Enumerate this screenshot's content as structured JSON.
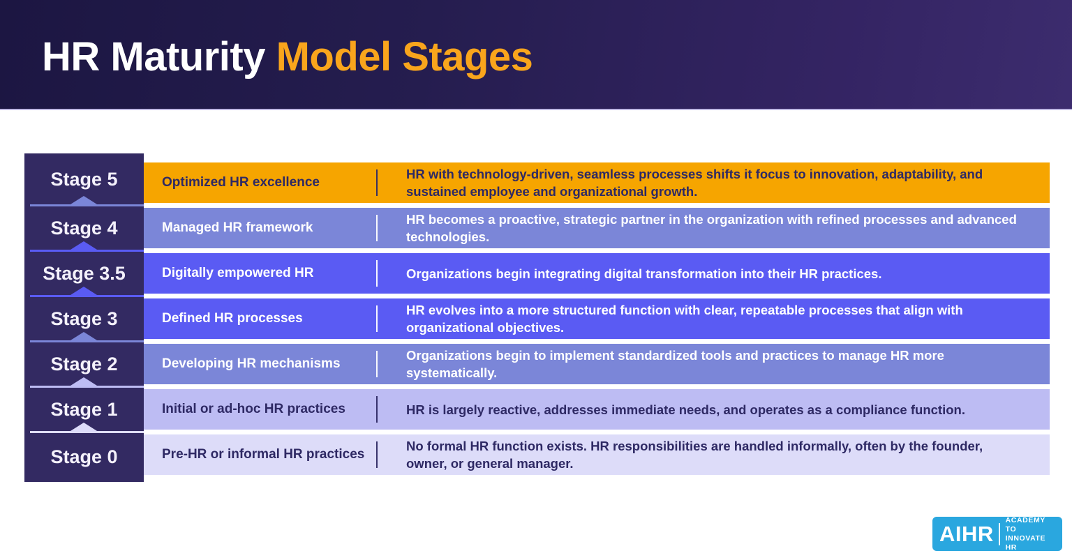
{
  "header": {
    "title_white": "HR Maturity ",
    "title_orange": "Model Stages"
  },
  "colors": {
    "header_bg_start": "#1c1642",
    "header_bg_end": "#3c2c6e",
    "title_orange": "#f9a51c",
    "column_bg": "#332a62",
    "dark_text": "#2e2964",
    "row_orange": "#f6a500",
    "row_periwinkle": "#7b86d8",
    "row_blue": "#5a5bf3",
    "row_lavender": "#bdbcf3",
    "row_light_lavender": "#dddcf9",
    "logo_blue": "#2aa7df"
  },
  "stages": [
    {
      "label": "Stage 5",
      "title": "Optimized HR excellence",
      "description": "HR with technology-driven, seamless processes shifts it focus to innovation, adaptability, and sustained employee and organizational growth.",
      "row_bg": "#f6a500",
      "text_class": "t-dark"
    },
    {
      "label": "Stage 4",
      "title": "Managed HR framework",
      "description": "HR becomes a proactive, strategic partner in the organization with refined processes and advanced technologies.",
      "row_bg": "#7b86d8",
      "text_class": "t-light"
    },
    {
      "label": "Stage 3.5",
      "title": "Digitally empowered HR",
      "description": "Organizations begin integrating digital transformation into their HR practices.",
      "row_bg": "#5a5bf3",
      "text_class": "t-light"
    },
    {
      "label": "Stage 3",
      "title": "Defined HR processes",
      "description": "HR evolves into a more structured function with clear, repeatable processes that align with organizational objectives.",
      "row_bg": "#5a5bf3",
      "text_class": "t-light"
    },
    {
      "label": "Stage 2",
      "title": "Developing HR mechanisms",
      "description": "Organizations begin to implement standardized tools and practices to manage HR more systematically.",
      "row_bg": "#7b86d8",
      "text_class": "t-light"
    },
    {
      "label": "Stage 1",
      "title": "Initial or ad-hoc HR practices",
      "description": "HR is largely reactive, addresses immediate needs, and operates as a compliance function.",
      "row_bg": "#bdbcf3",
      "text_class": "t-dark"
    },
    {
      "label": "Stage 0",
      "title": "Pre-HR or informal HR practices",
      "description": "No formal HR function exists. HR responsibilities are handled informally, often by the founder, owner, or general manager.",
      "row_bg": "#dddcf9",
      "text_class": "t-dark"
    }
  ],
  "separator_colors": [
    "#7b86d8",
    "#5a5bf3",
    "#5a5bf3",
    "#7b86d8",
    "#bdbcf3",
    "#dddcf9"
  ],
  "logo": {
    "brand": "AIHR",
    "tagline_line1": "ACADEMY TO",
    "tagline_line2": "INNOVATE HR"
  }
}
